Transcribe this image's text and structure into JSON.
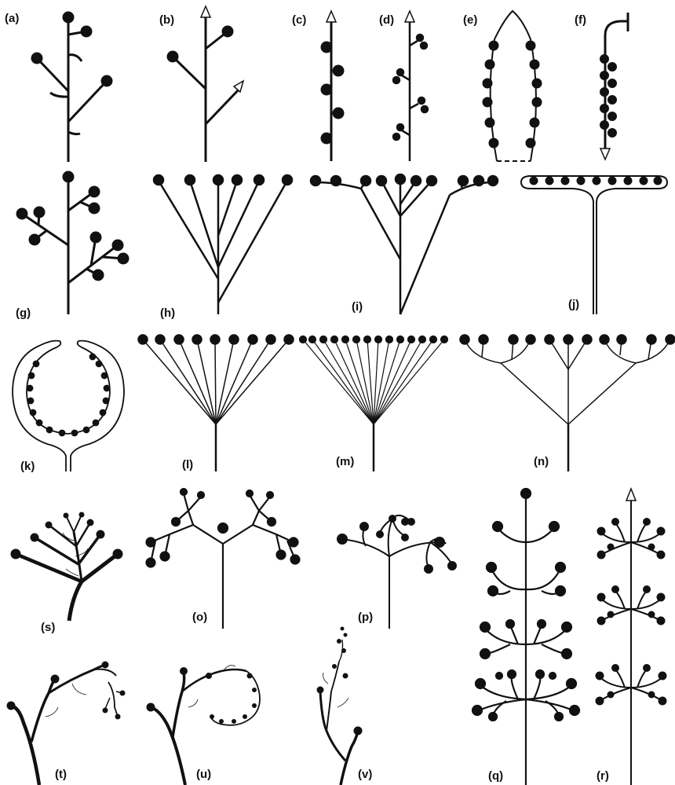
{
  "figure": {
    "panels": [
      {
        "id": "a",
        "label": "(a)"
      },
      {
        "id": "b",
        "label": "(b)"
      },
      {
        "id": "c",
        "label": "(c)"
      },
      {
        "id": "d",
        "label": "(d)"
      },
      {
        "id": "e",
        "label": "(e)"
      },
      {
        "id": "f",
        "label": "(f)"
      },
      {
        "id": "g",
        "label": "(g)"
      },
      {
        "id": "h",
        "label": "(h)"
      },
      {
        "id": "i",
        "label": "(i)"
      },
      {
        "id": "j",
        "label": "(j)"
      },
      {
        "id": "k",
        "label": "(k)"
      },
      {
        "id": "l",
        "label": "(l)"
      },
      {
        "id": "m",
        "label": "(m)"
      },
      {
        "id": "n",
        "label": "(n)"
      },
      {
        "id": "o",
        "label": "(o)"
      },
      {
        "id": "p",
        "label": "(p)"
      },
      {
        "id": "q",
        "label": "(q)"
      },
      {
        "id": "r",
        "label": "(r)"
      },
      {
        "id": "s",
        "label": "(s)"
      },
      {
        "id": "t",
        "label": "(t)"
      },
      {
        "id": "u",
        "label": "(u)"
      },
      {
        "id": "v",
        "label": "(v)"
      }
    ],
    "colors": {
      "ink": "#111111",
      "paper": "#ffffff"
    }
  }
}
